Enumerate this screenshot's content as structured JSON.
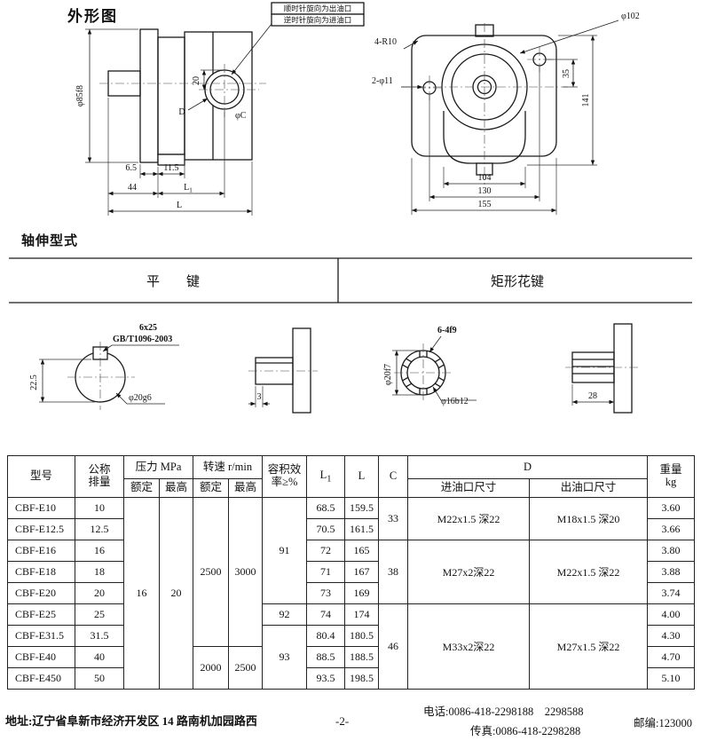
{
  "page": {
    "background": "#ffffff",
    "ink": "#111111"
  },
  "outline": {
    "title": "外形图",
    "callouts": {
      "cw": "顺时针旋向为出油口",
      "ccw": "逆时针旋向为进油口"
    },
    "side": {
      "shaft_dia": "φ85f8",
      "dim20": "20",
      "d_label": "D",
      "c_label": "φC",
      "dim6_5": "6.5",
      "dim11_5": "11.5",
      "dim44": "44",
      "l1_base": "L",
      "l1_sub": "1",
      "l_label": "L"
    },
    "front": {
      "dia102": "φ102",
      "r10": "4-R10",
      "holes": "2-φ11",
      "dim35": "35",
      "dim141": "141",
      "dim104": "104",
      "dim130": "130",
      "dim155": "155"
    }
  },
  "shaft": {
    "title": "轴伸型式",
    "flat_header": "平　　键",
    "spline_header": "矩形花键",
    "flat": {
      "key": "6x25",
      "standard": "GB/T1096-2003",
      "dim22_5": "22.5",
      "dia": "φ20g6",
      "dim3": "3"
    },
    "spline": {
      "spec": "6-4f9",
      "dia20": "φ20f7",
      "dia16": "φ16b12",
      "dim28": "28"
    }
  },
  "table": {
    "headers": {
      "model": "型号",
      "disp1": "公称",
      "disp2": "排量",
      "pressure": "压力 MPa",
      "speed": "转速 r/min",
      "rated": "额定",
      "max": "最高",
      "eff1": "容积效",
      "eff2": "率≥%",
      "l1_base": "L",
      "l1_sub": "1",
      "l": "L",
      "c": "C",
      "d": "D",
      "inlet": "进油口尺寸",
      "outlet": "出油口尺寸",
      "weight1": "重量",
      "weight2": "kg"
    },
    "spans": {
      "pressure_rated": "16",
      "pressure_max": "20",
      "speed_rated_high": "2500",
      "speed_max_high": "3000",
      "speed_rated_low": "2000",
      "speed_max_low": "2500",
      "eff_91": "91",
      "eff_92": "92",
      "eff_93": "93",
      "c_33": "33",
      "c_38": "38",
      "c_46": "46",
      "inlet_1": "M22x1.5 深22",
      "outlet_1": "M18x1.5 深20",
      "inlet_2": "M27x2深22",
      "outlet_2": "M22x1.5 深22",
      "inlet_3": "M33x2深22",
      "outlet_3": "M27x1.5 深22"
    },
    "rows": [
      {
        "model": "CBF-E10",
        "disp": "10",
        "l1": "68.5",
        "l": "159.5",
        "weight": "3.60"
      },
      {
        "model": "CBF-E12.5",
        "disp": "12.5",
        "l1": "70.5",
        "l": "161.5",
        "weight": "3.66"
      },
      {
        "model": "CBF-E16",
        "disp": "16",
        "l1": "72",
        "l": "165",
        "weight": "3.80"
      },
      {
        "model": "CBF-E18",
        "disp": "18",
        "l1": "71",
        "l": "167",
        "weight": "3.88"
      },
      {
        "model": "CBF-E20",
        "disp": "20",
        "l1": "73",
        "l": "169",
        "weight": "3.74"
      },
      {
        "model": "CBF-E25",
        "disp": "25",
        "l1": "74",
        "l": "174",
        "weight": "4.00"
      },
      {
        "model": "CBF-E31.5",
        "disp": "31.5",
        "l1": "80.4",
        "l": "180.5",
        "weight": "4.30"
      },
      {
        "model": "CBF-E40",
        "disp": "40",
        "l1": "88.5",
        "l": "188.5",
        "weight": "4.70"
      },
      {
        "model": "CBF-E450",
        "disp": "50",
        "l1": "93.5",
        "l": "198.5",
        "weight": "5.10"
      }
    ]
  },
  "footer": {
    "address": "地址:辽宁省阜新市经济开发区 14 路南机加园路西",
    "page_no": "-2-",
    "phone": "电话:0086-418-2298188    2298588",
    "fax": "传真:0086-418-2298288",
    "postcode": "邮编:123000"
  }
}
